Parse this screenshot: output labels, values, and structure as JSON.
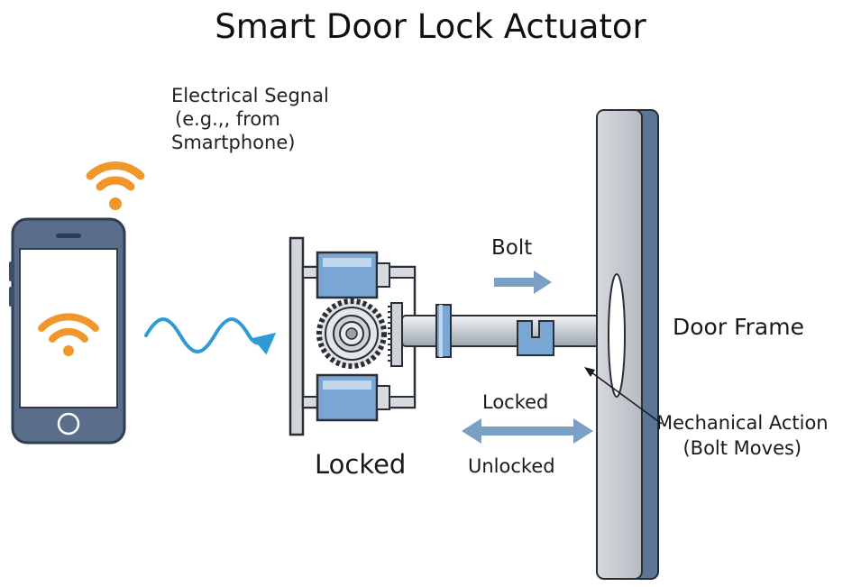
{
  "title": "Smart Door Lock Actuator",
  "signal_label": {
    "line1": "Electrical Segnal",
    "line2": "(e.g.,, from",
    "line3": "Smartphone)"
  },
  "bolt_label": "Bolt",
  "door_frame_label": "Door Frame",
  "mechanical_action_label": {
    "line1": "Mechanical Action",
    "line2": "(Bolt Moves)"
  },
  "direction_locked_label": "Locked",
  "direction_unlocked_label": "Unlocked",
  "state_label": "Locked",
  "colors": {
    "wifi": "#f0962a",
    "signal_wave": "#2f9bd6",
    "phone_body": "#5a6e8c",
    "motor_blue": "#7aa6d3",
    "arrow": "#7aa0c6",
    "door_frame": "#c2c6cc",
    "door_shadow": "#5c7594"
  },
  "icons": [
    "wifi-icon",
    "smartphone-icon",
    "signal-wave-icon",
    "gear-icon"
  ]
}
